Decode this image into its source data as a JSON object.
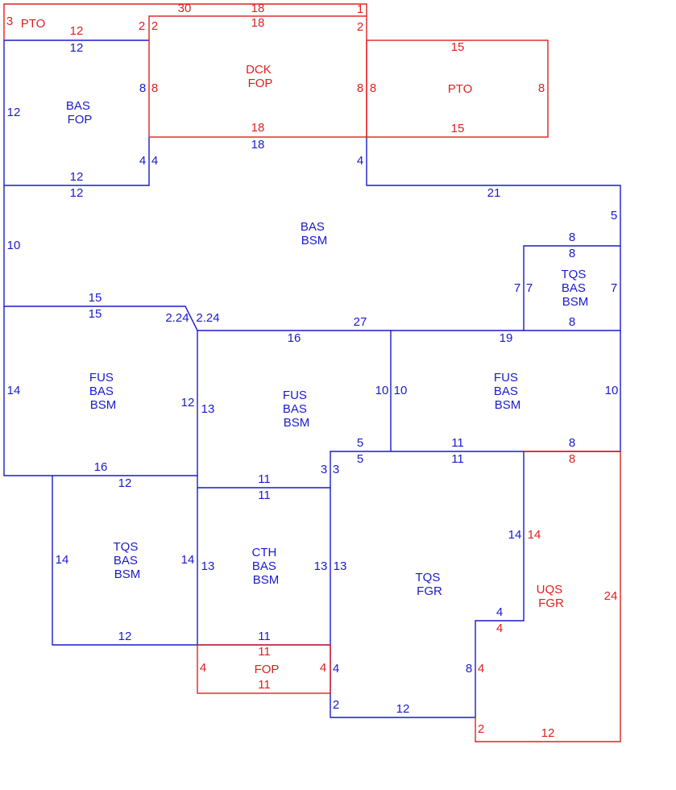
{
  "colors": {
    "blue": "#1a1acc",
    "red": "#e02020",
    "background": "#ffffff"
  },
  "areas": {
    "pto_top": [
      "PTO"
    ],
    "dck_fop": [
      "DCK",
      "FOP"
    ],
    "pto_right": [
      "PTO"
    ],
    "bas_fop": [
      "BAS",
      "FOP"
    ],
    "bas_bsm_main": [
      "BAS",
      "BSM"
    ],
    "tqs_bas_bsm_right": [
      "TQS",
      "BAS",
      "BSM"
    ],
    "fus_bas_bsm_left": [
      "FUS",
      "BAS",
      "BSM"
    ],
    "fus_bas_bsm_center": [
      "FUS",
      "BAS",
      "BSM"
    ],
    "fus_bas_bsm_right": [
      "FUS",
      "BAS",
      "BSM"
    ],
    "tqs_bas_bsm_left": [
      "TQS",
      "BAS",
      "BSM"
    ],
    "cth_bas_bsm": [
      "CTH",
      "BAS",
      "BSM"
    ],
    "tqs_fgr": [
      "TQS",
      "FGR"
    ],
    "uqs_fgr": [
      "UQS",
      "FGR"
    ],
    "fop_bottom": [
      "FOP"
    ]
  },
  "dimensions_red": [
    "30",
    "18",
    "1",
    "3",
    "12",
    "2",
    "2",
    "18",
    "2",
    "15",
    "8",
    "8",
    "8",
    "15",
    "18",
    "8",
    "4",
    "4",
    "14",
    "24",
    "8",
    "12",
    "2",
    "11",
    "11",
    "4",
    "4"
  ],
  "dimensions_blue": [
    "12",
    "8",
    "12",
    "4",
    "12",
    "18",
    "4",
    "4",
    "12",
    "21",
    "5",
    "10",
    "8",
    "8",
    "7",
    "7",
    "7",
    "15",
    "15",
    "2.24",
    "2.24",
    "27",
    "16",
    "19",
    "8",
    "14",
    "12",
    "13",
    "10",
    "10",
    "10",
    "16",
    "12",
    "5",
    "11",
    "5",
    "11",
    "8",
    "11",
    "3",
    "3",
    "11",
    "14",
    "14",
    "13",
    "13",
    "13",
    "14",
    "4",
    "12",
    "11",
    "4",
    "8",
    "2",
    "12"
  ]
}
